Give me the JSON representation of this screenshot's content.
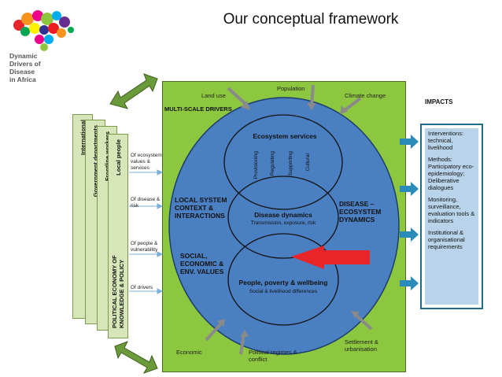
{
  "title": "Our conceptual framework",
  "logo": {
    "lines": [
      "Dynamic",
      "Drivers of",
      "Disease",
      "in Africa"
    ]
  },
  "drivers": {
    "heading": "MULTI-SCALE DRIVERS",
    "land_use": "Land use",
    "population": "Population",
    "climate_change": "Climate change",
    "economic": "Economic",
    "political": "Political regimes & conflict",
    "settlement": "Settlement & urbanisation"
  },
  "left_labels": {
    "local_system": "LOCAL SYSTEM CONTEXT & INTERACTIONS",
    "social_values": "SOCIAL, ECONOMIC & ENV. VALUES"
  },
  "right_label": "DISEASE – ECOSYSTEM DYNAMICS",
  "circles": {
    "ecosystem": {
      "title": "Ecosystem services",
      "services": [
        "Provisioning",
        "Regulating",
        "Supporting",
        "Cultural"
      ]
    },
    "disease": {
      "title": "Disease dynamics",
      "subtitle": "Transmission, exposure, risk"
    },
    "people": {
      "title": "People, poverty & wellbeing",
      "subtitle": "Social & livelihood differences"
    }
  },
  "stack": {
    "cards": [
      "International",
      "Government departments",
      "Frontline workers",
      "Local people"
    ],
    "main": "POLITICAL ECONOMY OF KNOWLEDGE & POLICY"
  },
  "arrow_labels": [
    "Of ecosystem values & services",
    "Of disease & risk",
    "Of people & vulnerability",
    "Of drivers"
  ],
  "impacts": {
    "title": "IMPACTS",
    "items": [
      "Interventions: technical, livelihood",
      "Methods: Participatory eco-epidemiology; Deliberative dialogues",
      "Monitoring, surveillance, evaluation tools & indicators",
      "Institutional & organisational requirements"
    ]
  },
  "colors": {
    "panel": "#8dc63f",
    "circle": "#4a7fc1",
    "arrow_red": "#e8262a",
    "arrow_teal": "#2a8ab8",
    "card": "#d7e6b8"
  }
}
